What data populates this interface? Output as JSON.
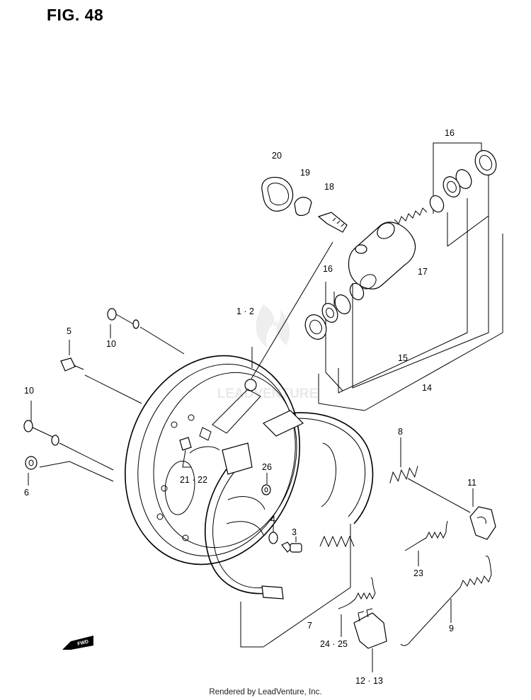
{
  "figure": {
    "title": "FIG. 48"
  },
  "footer": {
    "text": "Rendered by LeadVenture, Inc."
  },
  "watermark": {
    "text": "LEADVENTURE"
  },
  "labels": {
    "l16a": "16",
    "l20": "20",
    "l19": "19",
    "l18": "18",
    "l17": "17",
    "l16b": "16",
    "l1_2": "1 · 2",
    "l15": "15",
    "l14": "14",
    "l5": "5",
    "l10a": "10",
    "l10b": "10",
    "l8": "8",
    "l6": "6",
    "l26": "26",
    "l21_22": "21 · 22",
    "l11": "11",
    "l4": "4",
    "l3": "3",
    "l23": "23",
    "l7": "7",
    "l24_25": "24 · 25",
    "l9": "9",
    "l12_13": "12 · 13",
    "fwd": "FWD"
  }
}
